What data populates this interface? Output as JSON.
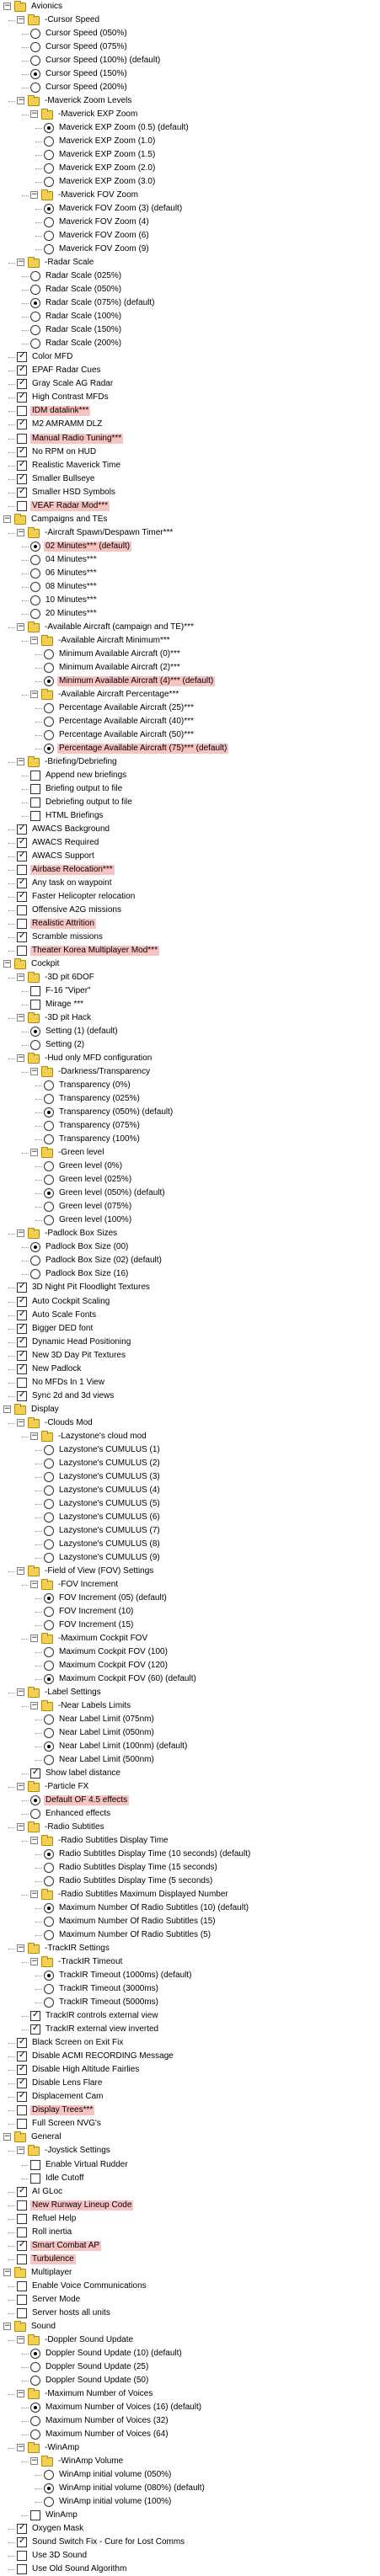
{
  "nodes": [
    [
      "Avionics",
      "g",
      0,
      "n",
      0
    ],
    [
      "-Cursor Speed",
      "g",
      1,
      "n",
      0
    ],
    [
      "Cursor Speed (050%)",
      "r",
      2,
      "n",
      0
    ],
    [
      "Cursor Speed (075%)",
      "r",
      2,
      "n",
      0
    ],
    [
      "Cursor Speed (100%) (default)",
      "r",
      2,
      "n",
      0
    ],
    [
      "Cursor Speed (150%)",
      "r",
      2,
      "y",
      0
    ],
    [
      "Cursor Speed (200%)",
      "r",
      2,
      "n",
      0
    ],
    [
      "-Maverick Zoom Levels",
      "g",
      1,
      "n",
      0
    ],
    [
      "-Maverick EXP Zoom",
      "g",
      2,
      "n",
      0
    ],
    [
      "Maverick EXP Zoom (0.5) (default)",
      "r",
      3,
      "y",
      0
    ],
    [
      "Maverick EXP Zoom (1.0)",
      "r",
      3,
      "n",
      0
    ],
    [
      "Maverick EXP Zoom (1.5)",
      "r",
      3,
      "n",
      0
    ],
    [
      "Maverick EXP Zoom (2.0)",
      "r",
      3,
      "n",
      0
    ],
    [
      "Maverick EXP Zoom (3.0)",
      "r",
      3,
      "n",
      0
    ],
    [
      "-Maverick FOV Zoom",
      "g",
      2,
      "n",
      0
    ],
    [
      "Maverick FOV Zoom (3) (default)",
      "r",
      3,
      "y",
      0
    ],
    [
      "Maverick FOV Zoom (4)",
      "r",
      3,
      "n",
      0
    ],
    [
      "Maverick FOV Zoom (6)",
      "r",
      3,
      "n",
      0
    ],
    [
      "Maverick FOV Zoom (9)",
      "r",
      3,
      "n",
      0
    ],
    [
      "-Radar Scale",
      "g",
      1,
      "n",
      0
    ],
    [
      "Radar Scale (025%)",
      "r",
      2,
      "n",
      0
    ],
    [
      "Radar Scale (050%)",
      "r",
      2,
      "n",
      0
    ],
    [
      "Radar Scale (075%) (default)",
      "r",
      2,
      "y",
      0
    ],
    [
      "Radar Scale (100%)",
      "r",
      2,
      "n",
      0
    ],
    [
      "Radar Scale (150%)",
      "r",
      2,
      "n",
      0
    ],
    [
      "Radar Scale (200%)",
      "r",
      2,
      "n",
      0
    ],
    [
      "Color MFD",
      "c",
      1,
      "y",
      0
    ],
    [
      "EPAF Radar Cues",
      "c",
      1,
      "y",
      0
    ],
    [
      "Gray Scale AG Radar",
      "c",
      1,
      "y",
      0
    ],
    [
      "High Contrast MFDs",
      "c",
      1,
      "y",
      0
    ],
    [
      "IDM datalink***",
      "c",
      1,
      "n",
      1
    ],
    [
      "M2 AMRAMM DLZ",
      "c",
      1,
      "y",
      0
    ],
    [
      "Manual Radio Tuning***",
      "c",
      1,
      "n",
      1
    ],
    [
      "No RPM on HUD",
      "c",
      1,
      "y",
      0
    ],
    [
      "Realistic Maverick Time",
      "c",
      1,
      "y",
      0
    ],
    [
      "Smaller Bullseye",
      "c",
      1,
      "y",
      0
    ],
    [
      "Smaller HSD Symbols",
      "c",
      1,
      "y",
      0
    ],
    [
      "VEAF Radar Mod***",
      "c",
      1,
      "n",
      1
    ],
    [
      "Campaigns and TEs",
      "g",
      0,
      "n",
      0
    ],
    [
      "-Aircraft Spawn/Despawn Timer***",
      "g",
      1,
      "n",
      0
    ],
    [
      "02 Minutes*** (default)",
      "r",
      2,
      "y",
      1
    ],
    [
      "04 Minutes***",
      "r",
      2,
      "n",
      0
    ],
    [
      "06 Minutes***",
      "r",
      2,
      "n",
      0
    ],
    [
      "08 Minutes***",
      "r",
      2,
      "n",
      0
    ],
    [
      "10 Minutes***",
      "r",
      2,
      "n",
      0
    ],
    [
      "20 Minutes***",
      "r",
      2,
      "n",
      0
    ],
    [
      "-Available Aircraft (campaign and TE)***",
      "g",
      1,
      "n",
      0
    ],
    [
      "-Available Aircraft Minimum***",
      "g",
      2,
      "n",
      0
    ],
    [
      "Minimum Available Aircraft (0)***",
      "r",
      3,
      "n",
      0
    ],
    [
      "Minimum Available Aircraft (2)***",
      "r",
      3,
      "n",
      0
    ],
    [
      "Minimum Available Aircraft (4)*** (default)",
      "r",
      3,
      "y",
      1
    ],
    [
      "-Available Aircraft Percentage***",
      "g",
      2,
      "n",
      0
    ],
    [
      "Percentage Available Aircraft (25)***",
      "r",
      3,
      "n",
      0
    ],
    [
      "Percentage Available Aircraft (40)***",
      "r",
      3,
      "n",
      0
    ],
    [
      "Percentage Available Aircraft (50)***",
      "r",
      3,
      "n",
      0
    ],
    [
      "Percentage Available Aircraft (75)*** (default)",
      "r",
      3,
      "y",
      1
    ],
    [
      "-Briefing/Debriefing",
      "g",
      1,
      "n",
      0
    ],
    [
      "Append new briefings",
      "c",
      2,
      "n",
      0
    ],
    [
      "Briefing output to file",
      "c",
      2,
      "n",
      0
    ],
    [
      "Debriefing output to file",
      "c",
      2,
      "n",
      0
    ],
    [
      "HTML Briefings",
      "c",
      2,
      "n",
      0
    ],
    [
      "AWACS Background",
      "c",
      1,
      "y",
      0
    ],
    [
      "AWACS Required",
      "c",
      1,
      "y",
      0
    ],
    [
      "AWACS Support",
      "c",
      1,
      "y",
      0
    ],
    [
      "Airbase Relocation***",
      "c",
      1,
      "n",
      1
    ],
    [
      "Any task on waypoint",
      "c",
      1,
      "y",
      0
    ],
    [
      "Faster Helicopter relocation",
      "c",
      1,
      "y",
      0
    ],
    [
      "Offensive A2G missions",
      "c",
      1,
      "n",
      0
    ],
    [
      "Realistic Attrition",
      "c",
      1,
      "n",
      1
    ],
    [
      "Scramble missions",
      "c",
      1,
      "y",
      0
    ],
    [
      "Theater Korea Multiplayer Mod***",
      "c",
      1,
      "n",
      1
    ],
    [
      "Cockpit",
      "g",
      0,
      "n",
      0
    ],
    [
      "-3D pit 6DOF",
      "g",
      1,
      "n",
      0
    ],
    [
      "F-16 \"Viper\"",
      "c",
      2,
      "n",
      0
    ],
    [
      "Mirage ***",
      "c",
      2,
      "n",
      0
    ],
    [
      "-3D pit Hack",
      "g",
      1,
      "n",
      0
    ],
    [
      "Setting (1) (default)",
      "r",
      2,
      "y",
      0
    ],
    [
      "Setting (2)",
      "r",
      2,
      "n",
      0
    ],
    [
      "-Hud only MFD configuration",
      "g",
      1,
      "n",
      0
    ],
    [
      "-Darkness/Transparency",
      "g",
      2,
      "n",
      0
    ],
    [
      "Transparency (0%)",
      "r",
      3,
      "n",
      0
    ],
    [
      "Transparency (025%)",
      "r",
      3,
      "n",
      0
    ],
    [
      "Transparency (050%) (default)",
      "r",
      3,
      "y",
      0
    ],
    [
      "Transparency (075%)",
      "r",
      3,
      "n",
      0
    ],
    [
      "Transparency (100%)",
      "r",
      3,
      "n",
      0
    ],
    [
      "-Green level",
      "g",
      2,
      "n",
      0
    ],
    [
      "Green level (0%)",
      "r",
      3,
      "n",
      0
    ],
    [
      "Green level (025%)",
      "r",
      3,
      "n",
      0
    ],
    [
      "Green level (050%) (default)",
      "r",
      3,
      "y",
      0
    ],
    [
      "Green level (075%)",
      "r",
      3,
      "n",
      0
    ],
    [
      "Green level (100%)",
      "r",
      3,
      "n",
      0
    ],
    [
      "-Padlock Box Sizes",
      "g",
      1,
      "n",
      0
    ],
    [
      "Padlock Box Size (00)",
      "r",
      2,
      "y",
      0
    ],
    [
      "Padlock Box Size (02) (default)",
      "r",
      2,
      "n",
      0
    ],
    [
      "Padlock Box Size (16)",
      "r",
      2,
      "n",
      0
    ],
    [
      "3D Night Pit Floodlight Textures",
      "c",
      1,
      "y",
      0
    ],
    [
      "Auto Cockpit Scaling",
      "c",
      1,
      "y",
      0
    ],
    [
      "Auto Scale Fonts",
      "c",
      1,
      "y",
      0
    ],
    [
      "Bigger DED font",
      "c",
      1,
      "y",
      0
    ],
    [
      "Dynamic Head Positioning",
      "c",
      1,
      "y",
      0
    ],
    [
      "New 3D Day Pit Textures",
      "c",
      1,
      "y",
      0
    ],
    [
      "New Padlock",
      "c",
      1,
      "y",
      0
    ],
    [
      "No MFDs In 1 View",
      "c",
      1,
      "n",
      0
    ],
    [
      "Sync 2d and 3d views",
      "c",
      1,
      "y",
      0
    ],
    [
      "Display",
      "g",
      0,
      "n",
      0
    ],
    [
      "-Clouds Mod",
      "g",
      1,
      "n",
      0
    ],
    [
      "-Lazystone's cloud mod",
      "g",
      2,
      "n",
      0
    ],
    [
      "Lazystone's CUMULUS (1)",
      "r",
      3,
      "n",
      0
    ],
    [
      "Lazystone's CUMULUS (2)",
      "r",
      3,
      "n",
      0
    ],
    [
      "Lazystone's CUMULUS (3)",
      "r",
      3,
      "n",
      0
    ],
    [
      "Lazystone's CUMULUS (4)",
      "r",
      3,
      "n",
      0
    ],
    [
      "Lazystone's CUMULUS (5)",
      "r",
      3,
      "n",
      0
    ],
    [
      "Lazystone's CUMULUS (6)",
      "r",
      3,
      "n",
      0
    ],
    [
      "Lazystone's CUMULUS (7)",
      "r",
      3,
      "n",
      0
    ],
    [
      "Lazystone's CUMULUS (8)",
      "r",
      3,
      "n",
      0
    ],
    [
      "Lazystone's CUMULUS (9)",
      "r",
      3,
      "n",
      0
    ],
    [
      "-Field of View (FOV) Settings",
      "g",
      1,
      "n",
      0
    ],
    [
      "-FOV Increment",
      "g",
      2,
      "n",
      0
    ],
    [
      "FOV Increment (05) (default)",
      "r",
      3,
      "y",
      0
    ],
    [
      "FOV Increment (10)",
      "r",
      3,
      "n",
      0
    ],
    [
      "FOV Increment (15)",
      "r",
      3,
      "n",
      0
    ],
    [
      "-Maximum Cockpit FOV",
      "g",
      2,
      "n",
      0
    ],
    [
      "Maximum Cockpit FOV (100)",
      "r",
      3,
      "n",
      0
    ],
    [
      "Maximum Cockpit FOV (120)",
      "r",
      3,
      "n",
      0
    ],
    [
      "Maximum Cockpit FOV (60) (default)",
      "r",
      3,
      "y",
      0
    ],
    [
      "-Label Settings",
      "g",
      1,
      "n",
      0
    ],
    [
      "-Near Labels Limits",
      "g",
      2,
      "n",
      0
    ],
    [
      "Near Label Limit (075nm)",
      "r",
      3,
      "n",
      0
    ],
    [
      "Near Label Limit (050nm)",
      "r",
      3,
      "n",
      0
    ],
    [
      "Near Label Limit (100nm) (default)",
      "r",
      3,
      "y",
      0
    ],
    [
      "Near Label Limit (500nm)",
      "r",
      3,
      "n",
      0
    ],
    [
      "Show label distance",
      "c",
      2,
      "y",
      0
    ],
    [
      "-Particle FX",
      "g",
      1,
      "n",
      0
    ],
    [
      "Default OF 4.5 effects",
      "r",
      2,
      "y",
      1
    ],
    [
      "Enhanced effects",
      "r",
      2,
      "n",
      0
    ],
    [
      "-Radio Subtitles",
      "g",
      1,
      "n",
      0
    ],
    [
      "-Radio Subtitles Display Time",
      "g",
      2,
      "n",
      0
    ],
    [
      "Radio Subtitles Display Time (10 seconds) (default)",
      "r",
      3,
      "y",
      0
    ],
    [
      "Radio Subtitles Display Time (15 seconds)",
      "r",
      3,
      "n",
      0
    ],
    [
      "Radio Subtitles Display Time (5 seconds)",
      "r",
      3,
      "n",
      0
    ],
    [
      "-Radio Subtitles Maximum Displayed Number",
      "g",
      2,
      "n",
      0
    ],
    [
      "Maximum Number Of Radio Subtitles (10) (default)",
      "r",
      3,
      "y",
      0
    ],
    [
      "Maximum Number Of Radio Subtitles (15)",
      "r",
      3,
      "n",
      0
    ],
    [
      "Maximum Number Of Radio Subtitles (5)",
      "r",
      3,
      "n",
      0
    ],
    [
      "-TrackIR Settings",
      "g",
      1,
      "n",
      0
    ],
    [
      "-TrackIR Timeout",
      "g",
      2,
      "n",
      0
    ],
    [
      "TrackIR Timeout (1000ms) (default)",
      "r",
      3,
      "y",
      0
    ],
    [
      "TrackIR Timeout (3000ms)",
      "r",
      3,
      "n",
      0
    ],
    [
      "TrackIR Timeout (5000ms)",
      "r",
      3,
      "n",
      0
    ],
    [
      "TrackIR controls external view",
      "c",
      2,
      "y",
      0
    ],
    [
      "TrackIR external view inverted",
      "c",
      2,
      "y",
      0
    ],
    [
      "Black Screen on Exit Fix",
      "c",
      1,
      "y",
      0
    ],
    [
      "Disable ACMI RECORDING Message",
      "c",
      1,
      "y",
      0
    ],
    [
      "Disable High Altitude Fairlies",
      "c",
      1,
      "y",
      0
    ],
    [
      "Disable Lens Flare",
      "c",
      1,
      "y",
      0
    ],
    [
      "Displacement Cam",
      "c",
      1,
      "y",
      0
    ],
    [
      "Display Trees***",
      "c",
      1,
      "n",
      1
    ],
    [
      "Full Screen NVG's",
      "c",
      1,
      "n",
      0
    ],
    [
      "General",
      "g",
      0,
      "n",
      0
    ],
    [
      "-Joystick Settings",
      "g",
      1,
      "n",
      0
    ],
    [
      "Enable Virtual Rudder",
      "c",
      2,
      "n",
      0
    ],
    [
      "Idle Cutoff",
      "c",
      2,
      "n",
      0
    ],
    [
      "AI GLoc",
      "c",
      1,
      "y",
      0
    ],
    [
      "New Runway Lineup Code",
      "c",
      1,
      "n",
      1
    ],
    [
      "Refuel Help",
      "c",
      1,
      "n",
      0
    ],
    [
      "Roll inertia",
      "c",
      1,
      "n",
      0
    ],
    [
      "Smart Combat AP",
      "c",
      1,
      "y",
      1
    ],
    [
      "Turbulence",
      "c",
      1,
      "n",
      1
    ],
    [
      "Multiplayer",
      "g",
      0,
      "n",
      0
    ],
    [
      "Enable Voice Communications",
      "c",
      1,
      "n",
      0
    ],
    [
      "Server Mode",
      "c",
      1,
      "n",
      0
    ],
    [
      "Server hosts all units",
      "c",
      1,
      "n",
      0
    ],
    [
      "Sound",
      "g",
      0,
      "n",
      0
    ],
    [
      "-Doppler Sound Update",
      "g",
      1,
      "n",
      0
    ],
    [
      "Doppler Sound Update (10) (default)",
      "r",
      2,
      "y",
      0
    ],
    [
      "Doppler Sound Update (25)",
      "r",
      2,
      "n",
      0
    ],
    [
      "Doppler Sound Update (50)",
      "r",
      2,
      "n",
      0
    ],
    [
      "-Maximum Number of Voices",
      "g",
      1,
      "n",
      0
    ],
    [
      "Maximum Number of Voices (16) (default)",
      "r",
      2,
      "y",
      0
    ],
    [
      "Maximum Number of Voices (32)",
      "r",
      2,
      "n",
      0
    ],
    [
      "Maximum Number of Voices (64)",
      "r",
      2,
      "n",
      0
    ],
    [
      "-WinAmp",
      "g",
      1,
      "n",
      0
    ],
    [
      "-WinAmp Volume",
      "g",
      2,
      "n",
      0
    ],
    [
      "WinAmp initial volume (050%)",
      "r",
      3,
      "n",
      0
    ],
    [
      "WinAmp initial volume (080%) (default)",
      "r",
      3,
      "y",
      0
    ],
    [
      "WinAmp initial volume (100%)",
      "r",
      3,
      "n",
      0
    ],
    [
      "WinAmp",
      "c",
      2,
      "n",
      0
    ],
    [
      "Oxygen Mask",
      "c",
      1,
      "y",
      0
    ],
    [
      "Sound Switch Fix - Cure for Lost Comms",
      "c",
      1,
      "y",
      0
    ],
    [
      "Use 3D Sound",
      "c",
      1,
      "n",
      0
    ],
    [
      "Use Old Sound Algorithm",
      "c",
      1,
      "n",
      0
    ]
  ],
  "icons": {
    "group": "folder-icon",
    "expander": "collapse-box-icon",
    "radio": "radio-button",
    "check": "checkbox"
  },
  "colors": {
    "highlight": "#f7c3c3",
    "folder": "#f4d04a",
    "tree_lines": "#999999"
  }
}
